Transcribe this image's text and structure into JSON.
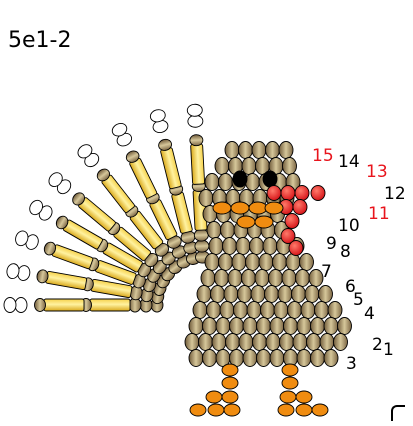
{
  "title": "5e1-2",
  "row_labels": [
    {
      "text": "1",
      "color": "#000000"
    },
    {
      "text": "2",
      "color": "#000000"
    },
    {
      "text": "3",
      "color": "#000000"
    },
    {
      "text": "4",
      "color": "#000000"
    },
    {
      "text": "5",
      "color": "#000000"
    },
    {
      "text": "6",
      "color": "#000000"
    },
    {
      "text": "7",
      "color": "#000000"
    },
    {
      "text": "8",
      "color": "#000000"
    },
    {
      "text": "9",
      "color": "#000000"
    },
    {
      "text": "10",
      "color": "#000000"
    },
    {
      "text": "11",
      "color": "#e8141c"
    },
    {
      "text": "12",
      "color": "#000000"
    },
    {
      "text": "13",
      "color": "#e8141c"
    },
    {
      "text": "14",
      "color": "#000000"
    },
    {
      "text": "15",
      "color": "#e8141c"
    }
  ],
  "colors": {
    "body_bead": "#9c8560",
    "body_bead_highlight": "#d6c79a",
    "bugle_bead": "#f0c020",
    "bugle_bead_highlight": "#fff2a0",
    "feather_tip_bead": "#ffffff",
    "beak_feet_bead": "#f08c10",
    "wattle_bead": "#e8141c",
    "eye_bead": "#000000",
    "outline": "#000000"
  }
}
